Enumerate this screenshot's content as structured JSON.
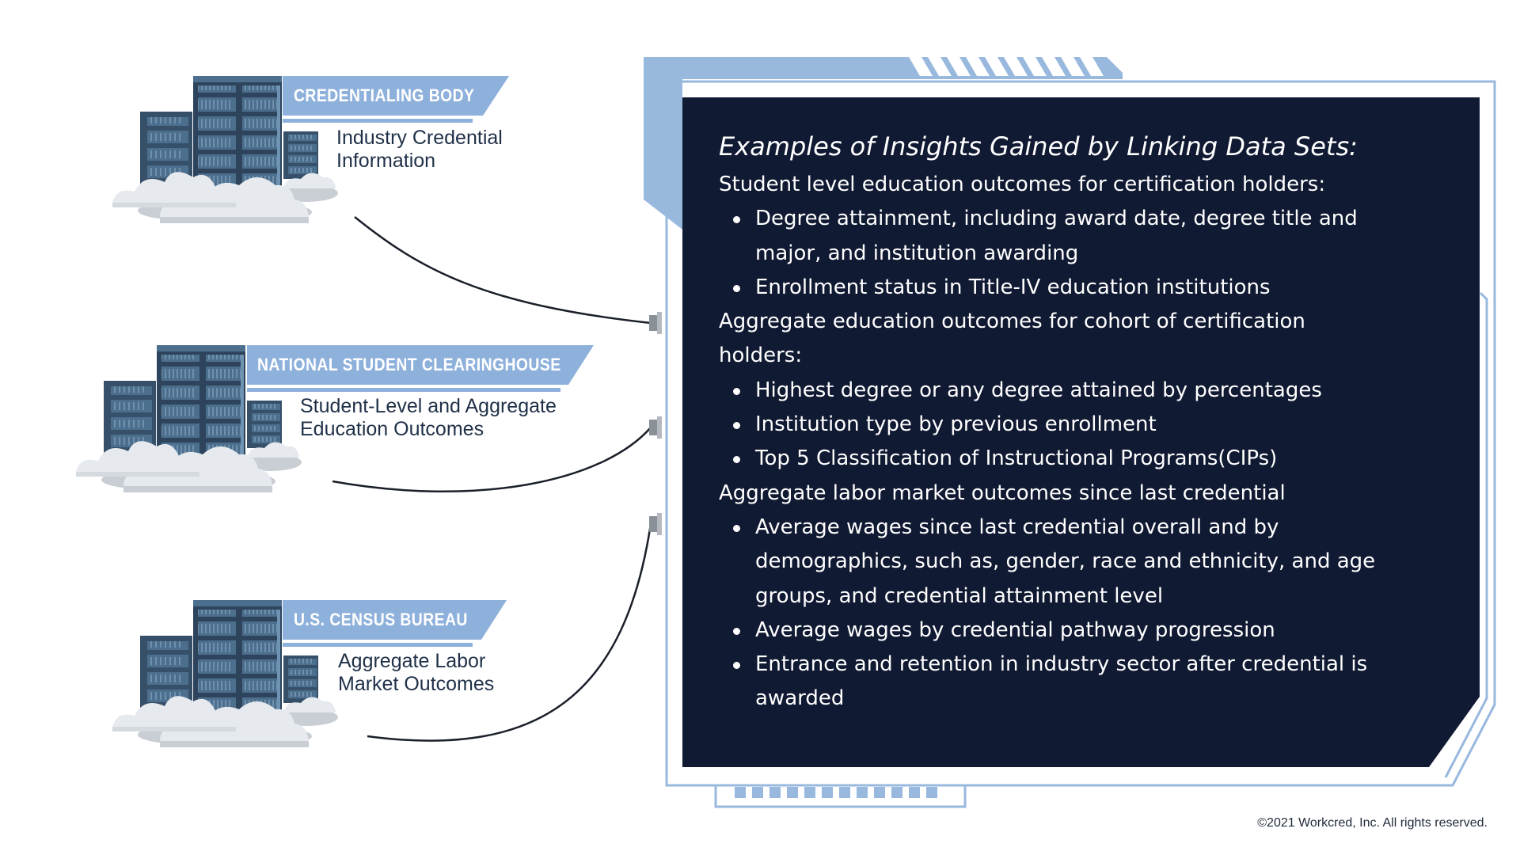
{
  "sources": [
    {
      "label": "CREDENTIALING BODY",
      "lines": [
        "Industry Credential",
        "Information"
      ]
    },
    {
      "label": "NATIONAL STUDENT CLEARINGHOUSE",
      "lines": [
        "Student-Level and Aggregate",
        "Education Outcomes"
      ]
    },
    {
      "label": "U.S. CENSUS BUREAU",
      "lines": [
        "Aggregate Labor",
        "Market Outcomes"
      ]
    }
  ],
  "panel": {
    "title": "Examples of Insights Gained by Linking Data Sets:",
    "rows": [
      {
        "kind": "head",
        "text": "Student level education outcomes for certification holders:"
      },
      {
        "kind": "bullet",
        "text": "Degree attainment, including award date, degree title and"
      },
      {
        "kind": "cont",
        "text": "major, and institution awarding"
      },
      {
        "kind": "bullet",
        "text": "Enrollment status in Title-IV education institutions"
      },
      {
        "kind": "head",
        "text": "Aggregate education outcomes for cohort of certification"
      },
      {
        "kind": "head",
        "text": "holders:"
      },
      {
        "kind": "bullet",
        "text": "Highest degree or any degree attained by percentages"
      },
      {
        "kind": "bullet",
        "text": "Institution type by previous enrollment"
      },
      {
        "kind": "bullet",
        "text": "Top 5 Classification of Instructional Programs(CIPs)"
      },
      {
        "kind": "head",
        "text": "Aggregate labor market outcomes since last credential"
      },
      {
        "kind": "bullet",
        "text": "Average wages since last credential overall and by"
      },
      {
        "kind": "cont",
        "text": "demographics, such as, gender, race and ethnicity, and age"
      },
      {
        "kind": "cont",
        "text": "groups, and credential attainment level"
      },
      {
        "kind": "bullet",
        "text": "Average wages by credential pathway progression"
      },
      {
        "kind": "bullet",
        "text": "Entrance and retention in industry sector after credential is"
      },
      {
        "kind": "cont",
        "text": "awarded"
      }
    ]
  },
  "copyright": "©2021 Workcred, Inc. All rights reserved.",
  "colors": {
    "panel_bg": "#111a33",
    "frame_blue": "#98b8de",
    "label_blue": "#8eb1dc",
    "server_dark": "#37506a",
    "server_face": "#4a6b8a",
    "cloud": "#e6eaee",
    "cloud_shadow": "#c9ced4",
    "text_dark": "#1f3048"
  }
}
